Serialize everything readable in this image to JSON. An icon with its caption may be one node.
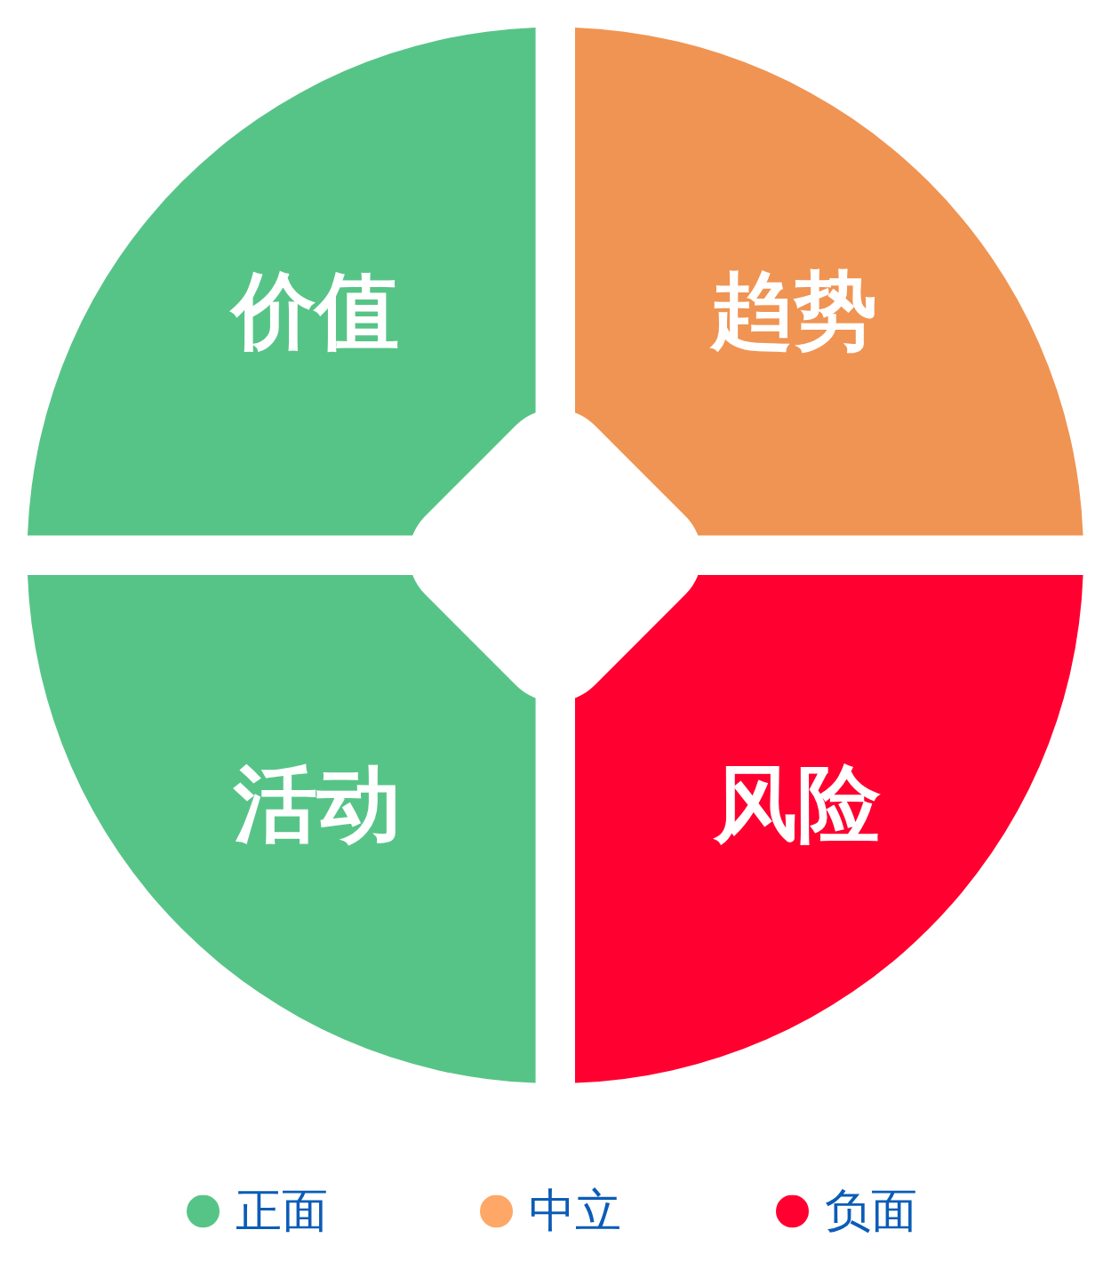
{
  "diagram": {
    "nodes": [
      {
        "text": [
          "价值"
        ]
      },
      {
        "text": [
          "趋势"
        ]
      },
      {
        "text": [
          "活动"
        ]
      },
      {
        "text": [
          "风险"
        ]
      }
    ],
    "legend": [
      {
        "text": "正面",
        "color": "#57c487"
      },
      {
        "text": "中立",
        "color": "#ffa766"
      },
      {
        "text": "负面",
        "color": "#ff0030"
      }
    ]
  }
}
